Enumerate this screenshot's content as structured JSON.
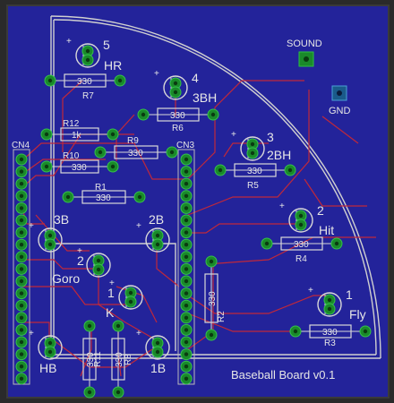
{
  "board": {
    "title": "Baseball Board v0.1",
    "background_color": "#23239a",
    "trace_color": "#c0283a",
    "outline_color": "#d8d8d8",
    "pad_color": "#1a8a2a"
  },
  "connectors": [
    {
      "name": "CN4",
      "label": "CN4"
    },
    {
      "name": "CN3",
      "label": "CN3"
    }
  ],
  "leds": [
    {
      "name": "5",
      "label": "5",
      "func": "HR"
    },
    {
      "name": "4",
      "label": "4",
      "func": "3BH"
    },
    {
      "name": "3",
      "label": "3",
      "func": "2BH"
    },
    {
      "name": "2",
      "label": "2",
      "func": "Hit"
    },
    {
      "name": "1",
      "label": "1",
      "func": "Fly"
    },
    {
      "name": "3B",
      "label": "3B",
      "func": ""
    },
    {
      "name": "2B",
      "label": "2B",
      "func": ""
    },
    {
      "name": "2",
      "label": "2",
      "func": "Goro"
    },
    {
      "name": "1",
      "label": "1",
      "func": "K"
    },
    {
      "name": "HB",
      "label": "",
      "func": "HB"
    },
    {
      "name": "1B",
      "label": "",
      "func": "1B"
    }
  ],
  "resistors": [
    {
      "ref": "R7",
      "value": "330"
    },
    {
      "ref": "R6",
      "value": "330"
    },
    {
      "ref": "R5",
      "value": "330"
    },
    {
      "ref": "R4",
      "value": "330"
    },
    {
      "ref": "R3",
      "value": "330"
    },
    {
      "ref": "R12",
      "value": "1k"
    },
    {
      "ref": "R10",
      "value": "330"
    },
    {
      "ref": "R9",
      "value": "330"
    },
    {
      "ref": "R1",
      "value": "330"
    },
    {
      "ref": "R2",
      "value": "330"
    },
    {
      "ref": "R11",
      "value": "330"
    },
    {
      "ref": "R8",
      "value": "330"
    }
  ],
  "pads": [
    {
      "label": "SOUND"
    },
    {
      "label": "GND"
    }
  ]
}
